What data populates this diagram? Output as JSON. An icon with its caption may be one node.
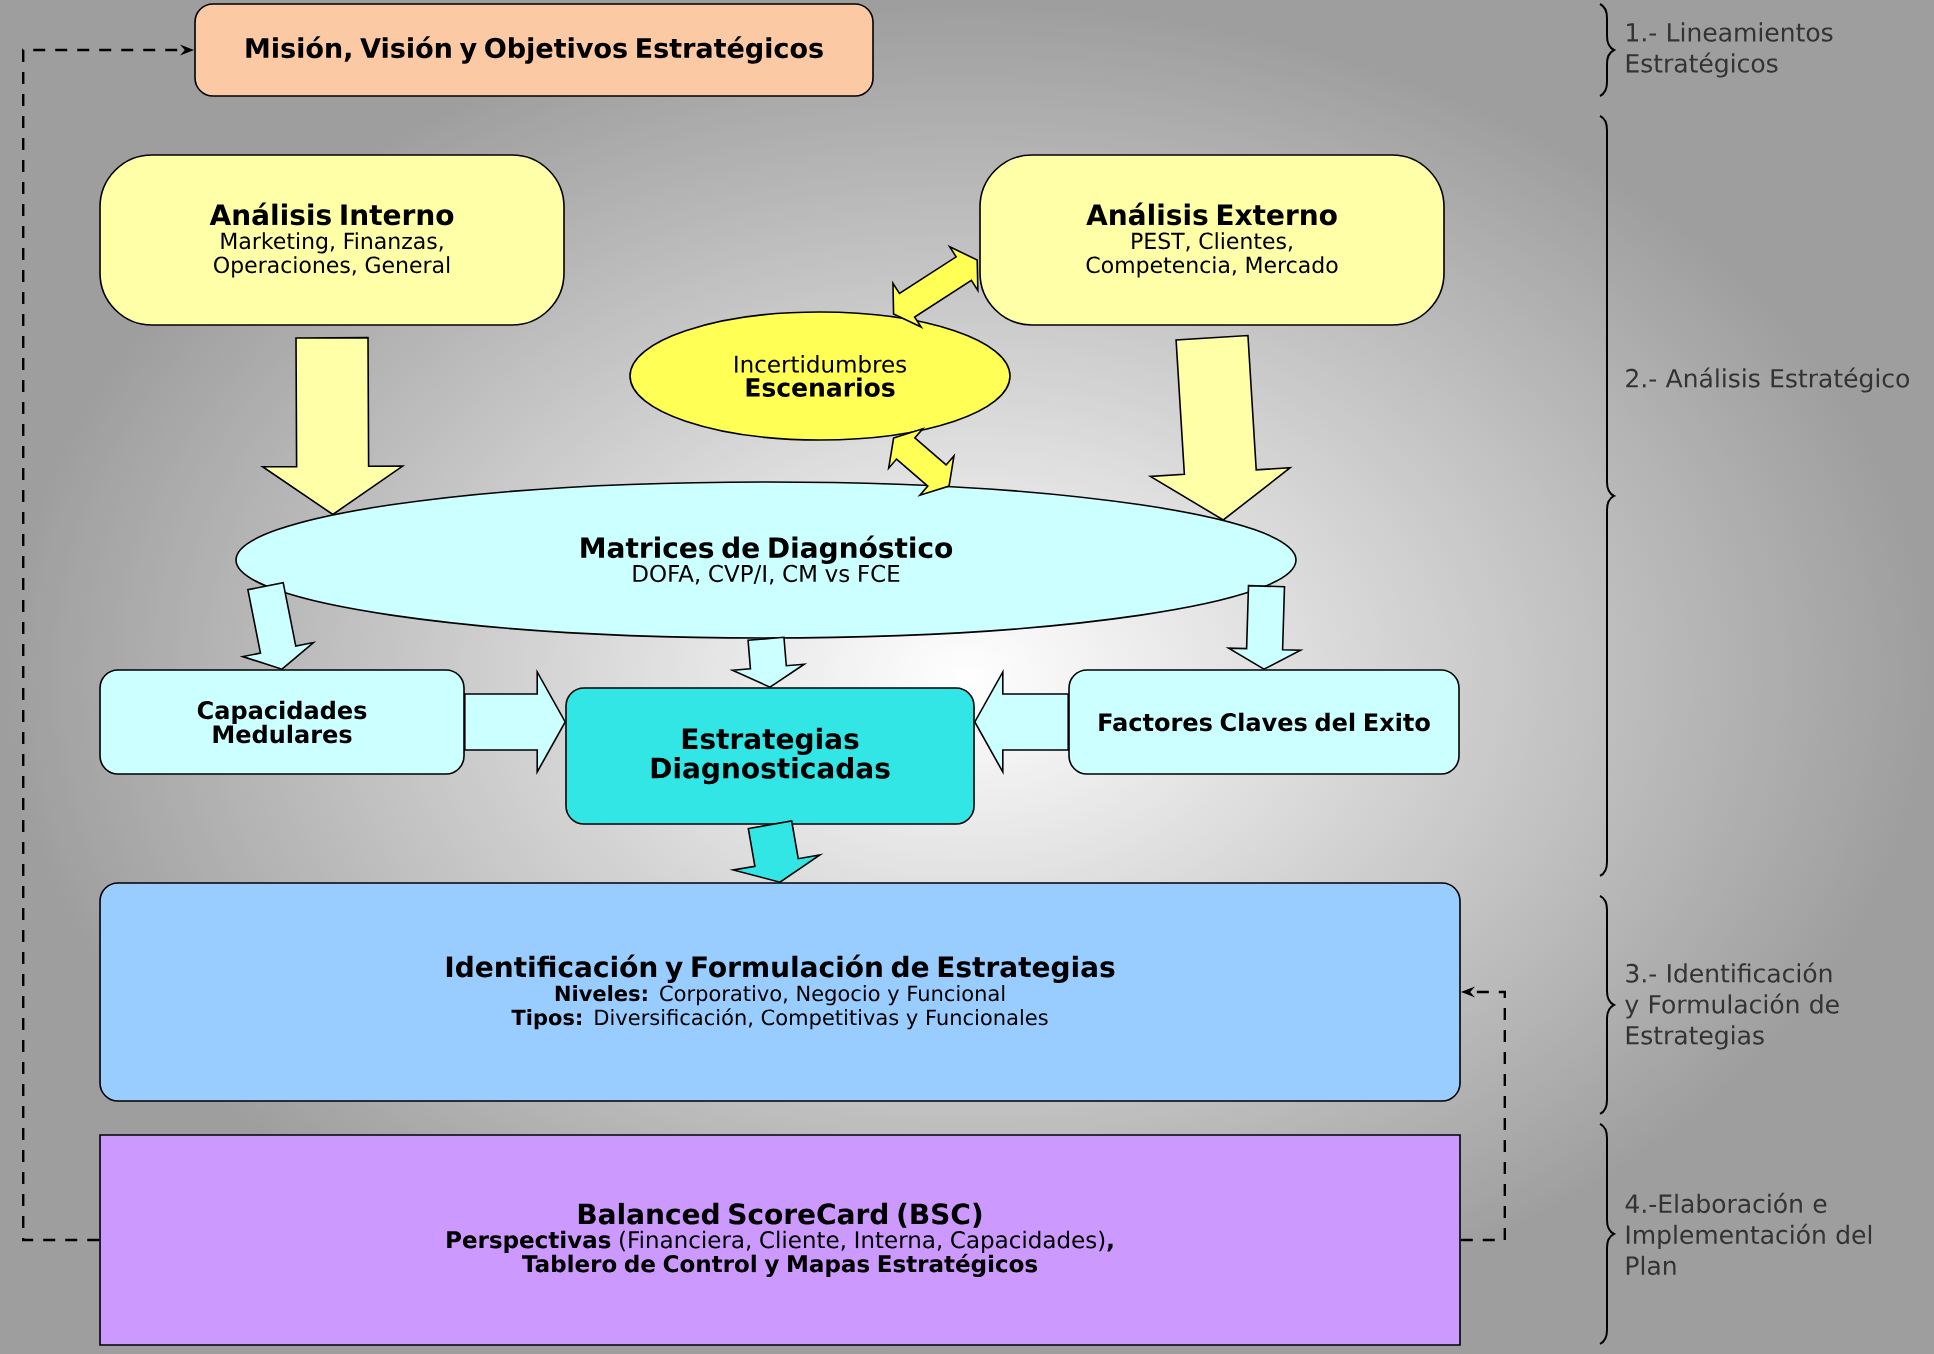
{
  "diagram": {
    "nodes": [
      {
        "text": [
          "Misión, Visión y Objetivos Estratégicos"
        ]
      },
      {
        "text": [
          "Análisis Interno",
          "Marketing, Finanzas, Operaciones, General"
        ]
      },
      {
        "text": [
          "Análisis Externo",
          "PEST, Clientes, Competencia, Mercado"
        ]
      },
      {
        "text": [
          "Incertidumbres",
          "Escenarios"
        ]
      },
      {
        "text": [
          "Matrices de Diagnóstico",
          "DOFA, CVP/I, CM vs FCE"
        ]
      },
      {
        "text": [
          "Capacidades Medulares"
        ]
      },
      {
        "text": [
          "Estrategias Diagnosticadas"
        ]
      },
      {
        "text": [
          "Factores Claves del Exito"
        ]
      },
      {
        "text": [
          "Identificación y Formulación de Estrategias",
          "**Niveles:** Corporativo, Negocio y Funcional",
          "**Tipos:** Diversificación, Competitivas y Funcionales"
        ]
      },
      {
        "text": [
          "Balanced ScoreCard (BSC)",
          "**Perspectivas** (Financiera, Cliente, Interna, Capacidades)**,**",
          "Tablero de Control y Mapas Estratégicos"
        ]
      }
    ],
    "edges": [
      {
        "from": 1,
        "to": 4,
        "arrow": "to",
        "style": "thick",
        "color": "#ffffa8"
      },
      {
        "from": 2,
        "to": 4,
        "arrow": "to",
        "style": "thick",
        "color": "#ffffa8"
      },
      {
        "from": 3,
        "to": 2,
        "arrow": "both",
        "color": "#ffff55"
      },
      {
        "from": 3,
        "to": 4,
        "arrow": "both",
        "color": "#ffff55"
      },
      {
        "from": 4,
        "to": 5,
        "arrow": "to"
      },
      {
        "from": 4,
        "to": 6,
        "arrow": "to"
      },
      {
        "from": 4,
        "to": 7,
        "arrow": "to"
      },
      {
        "from": 5,
        "to": 6,
        "arrow": "to"
      },
      {
        "from": 7,
        "to": 6,
        "arrow": "to"
      },
      {
        "from": 6,
        "to": 8,
        "arrow": "to",
        "color": "#33e6e6"
      },
      {
        "from": 9,
        "to": 0,
        "arrow": "to",
        "style": "dashed",
        "color": "#000000"
      },
      {
        "from": 9,
        "to": 8,
        "arrow": "to",
        "style": "dashed",
        "color": "#000000"
      }
    ],
    "labels": [
      "1.- Lineamientos Estratégicos",
      "2.- Análisis Estratégico",
      "3.- Identificación y Formulación de Estrategias",
      "4.-Elaboración e Implementación del Plan"
    ]
  }
}
